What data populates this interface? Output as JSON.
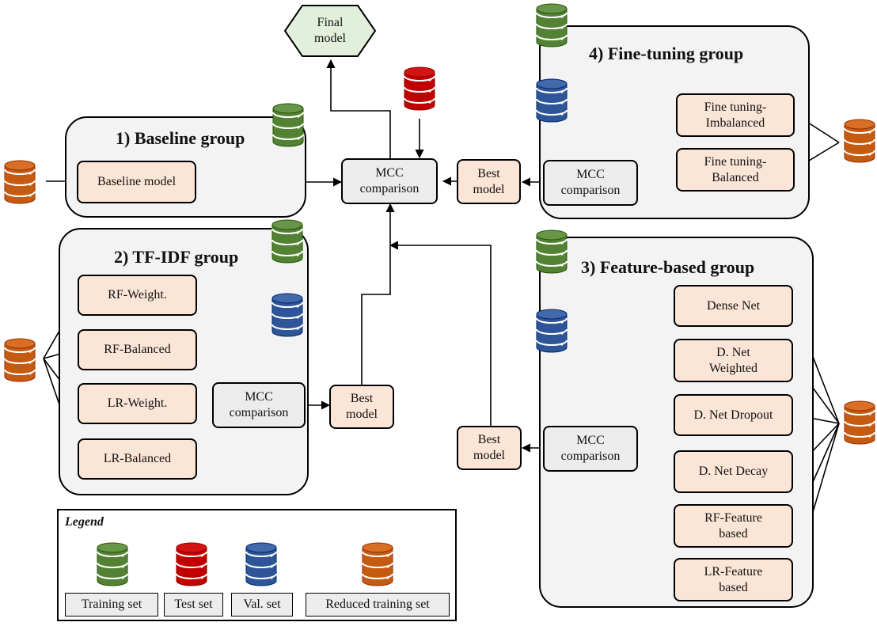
{
  "groups": {
    "baseline": {
      "title": "1) Baseline group"
    },
    "tfidf": {
      "title": "2) TF-IDF group"
    },
    "feature": {
      "title": "3) Feature-based group"
    },
    "finetuning": {
      "title": "4) Fine-tuning group"
    }
  },
  "nodes": {
    "final_model": "Final\nmodel",
    "central_mcc": "MCC\ncomparison",
    "baseline_model": "Baseline model",
    "best_model_ft": "Best\nmodel",
    "ft_mcc": "MCC\ncomparison",
    "ft_imbalanced": "Fine tuning-\nImbalanced",
    "ft_balanced": "Fine tuning-\nBalanced",
    "rf_weight": "RF-Weight.",
    "rf_balanced": "RF-Balanced",
    "lr_weight": "LR-Weight.",
    "lr_balanced": "LR-Balanced",
    "tfidf_mcc": "MCC\ncomparison",
    "best_model_tfidf": "Best\nmodel",
    "best_model_fb": "Best\nmodel",
    "fb_mcc": "MCC\ncomparison",
    "dense_net": "Dense Net",
    "dnet_weighted": "D. Net\nWeighted",
    "dnet_dropout": "D. Net Dropout",
    "dnet_decay": "D. Net Decay",
    "rf_feature": "RF-Feature\nbased",
    "lr_feature": "LR-Feature\nbased"
  },
  "legend": {
    "title": "Legend",
    "items": [
      "Training set",
      "Test set",
      "Val. set",
      "Reduced training set"
    ]
  },
  "colors": {
    "training": "#548235",
    "test": "#c00000",
    "validation": "#2e5597",
    "reduced": "#c55a11",
    "group_bg": "#f3f3f3",
    "model_box": "#fbe5d6",
    "mcc_box": "#ececec",
    "final_model": "#e2efda"
  }
}
